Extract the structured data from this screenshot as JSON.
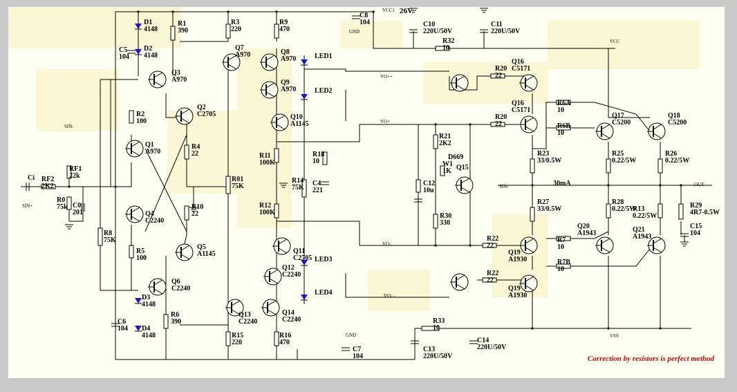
{
  "note": "Correction by resistors is perfect method",
  "rails": {
    "vcc1": "VCC1",
    "vcc1_voltage": "26V",
    "vcc": "VCC",
    "vss": "VSS",
    "gnd": "GND",
    "out": "OUT",
    "sin_minus": "SIN-",
    "sin_plus": "SIN+",
    "vo_pp": "VO++",
    "vo_p": "VO+",
    "vo_m": "VO-",
    "vo_mm": "VO- -",
    "bias_current": "30mA"
  },
  "parts": [
    {
      "id": "D1",
      "val": "4148"
    },
    {
      "id": "D2",
      "val": "4148"
    },
    {
      "id": "C5",
      "val": "104"
    },
    {
      "id": "R1",
      "val": "390"
    },
    {
      "id": "Q3",
      "val": "A970"
    },
    {
      "id": "R2",
      "val": "100"
    },
    {
      "id": "Q2",
      "val": "C2705"
    },
    {
      "id": "Q1",
      "val": "A970"
    },
    {
      "id": "R4",
      "val": "22"
    },
    {
      "id": "R10",
      "val": "22"
    },
    {
      "id": "Q4",
      "val": "C2240"
    },
    {
      "id": "R5",
      "val": "100"
    },
    {
      "id": "Q5",
      "val": "A1145"
    },
    {
      "id": "Q6",
      "val": "C2240"
    },
    {
      "id": "D3",
      "val": "4148"
    },
    {
      "id": "D4",
      "val": "4148"
    },
    {
      "id": "C6",
      "val": "104"
    },
    {
      "id": "R6",
      "val": "390"
    },
    {
      "id": "R8",
      "val": "75K"
    },
    {
      "id": "RF1",
      "val": "22k"
    },
    {
      "id": "RF2",
      "val": "2K2"
    },
    {
      "id": "Ci",
      "val": ""
    },
    {
      "id": "R0",
      "val": "75k"
    },
    {
      "id": "C0",
      "val": "201"
    },
    {
      "id": "R3",
      "val": "220"
    },
    {
      "id": "Q7",
      "val": "A970"
    },
    {
      "id": "Q8",
      "val": "A970"
    },
    {
      "id": "Q9",
      "val": "A970"
    },
    {
      "id": "R9",
      "val": "470"
    },
    {
      "id": "Q10",
      "val": "A1145"
    },
    {
      "id": "R01",
      "val": "75K"
    },
    {
      "id": "R11",
      "val": "100K"
    },
    {
      "id": "R12",
      "val": "100K"
    },
    {
      "id": "R18",
      "val": "10"
    },
    {
      "id": "R14",
      "val": "75K"
    },
    {
      "id": "C4",
      "val": "221"
    },
    {
      "id": "LED1",
      "val": ""
    },
    {
      "id": "LED2",
      "val": ""
    },
    {
      "id": "LED3",
      "val": ""
    },
    {
      "id": "LED4",
      "val": ""
    },
    {
      "id": "Q11",
      "val": "C2705"
    },
    {
      "id": "Q12",
      "val": "C2240"
    },
    {
      "id": "Q13",
      "val": "C2240"
    },
    {
      "id": "Q14",
      "val": "C2240"
    },
    {
      "id": "R15",
      "val": "220"
    },
    {
      "id": "R16",
      "val": "470"
    },
    {
      "id": "C8",
      "val": "104"
    },
    {
      "id": "C7",
      "val": "104"
    },
    {
      "id": "C10",
      "val": "220U/50V"
    },
    {
      "id": "C11",
      "val": "220U/50V"
    },
    {
      "id": "C13",
      "val": "220U/50V"
    },
    {
      "id": "C14",
      "val": "220U/50V"
    },
    {
      "id": "R32",
      "val": "10"
    },
    {
      "id": "R33",
      "val": "10"
    },
    {
      "id": "R20",
      "val": "22"
    },
    {
      "id": "R22",
      "val": "22"
    },
    {
      "id": "Q16",
      "val": "C5171"
    },
    {
      "id": "Q19",
      "val": "A1930"
    },
    {
      "id": "R21",
      "val": "2K2"
    },
    {
      "id": "W1",
      "val": "1K"
    },
    {
      "id": "D669",
      "val": ""
    },
    {
      "id": "Q15",
      "val": ""
    },
    {
      "id": "C12",
      "val": "10u"
    },
    {
      "id": "R30",
      "val": "330"
    },
    {
      "id": "R23",
      "val": "33/0.5W"
    },
    {
      "id": "R27",
      "val": "33/0.5W"
    },
    {
      "id": "R6A",
      "val": "10"
    },
    {
      "id": "R6B",
      "val": "10"
    },
    {
      "id": "R7",
      "val": "10"
    },
    {
      "id": "R7B",
      "val": "10"
    },
    {
      "id": "Q17",
      "val": "C5200"
    },
    {
      "id": "Q18",
      "val": "C5200"
    },
    {
      "id": "Q20",
      "val": "A1943"
    },
    {
      "id": "Q21",
      "val": "A1943"
    },
    {
      "id": "R25",
      "val": "0.22/5W"
    },
    {
      "id": "R26",
      "val": "0.22/5W"
    },
    {
      "id": "R28",
      "val": "0.22/5W"
    },
    {
      "id": "R13",
      "val": "0.22/5W"
    },
    {
      "id": "R29",
      "val": "4R7-0.5W"
    },
    {
      "id": "C15",
      "val": "104"
    }
  ]
}
